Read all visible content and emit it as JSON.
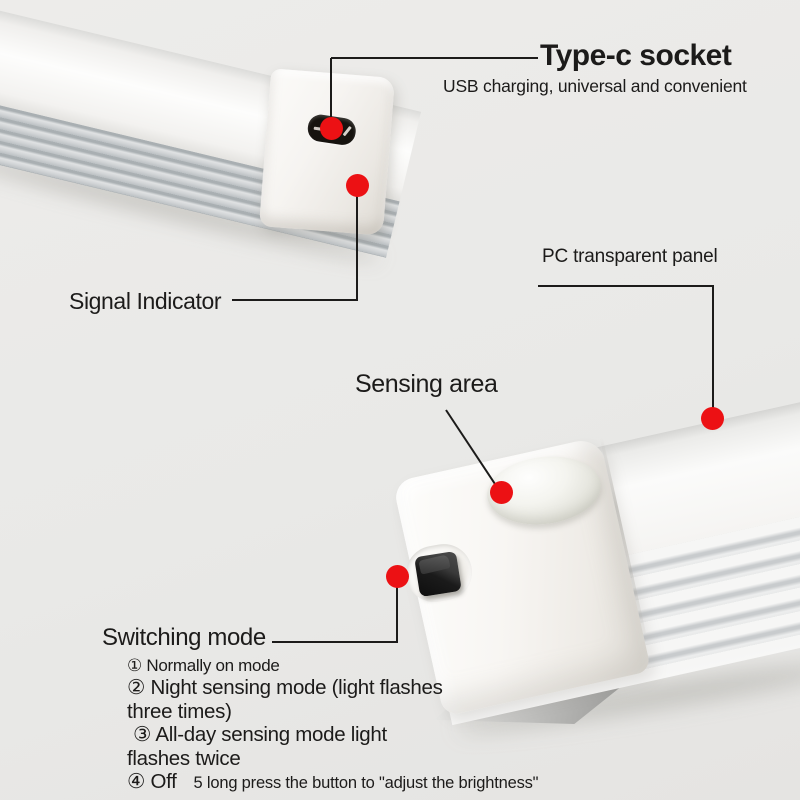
{
  "colors": {
    "background": "#e9e9e7",
    "text": "#1c1b1a",
    "callout_line": "#1c1b1a",
    "indicator_red": "#ec1114"
  },
  "icons": {
    "marker_dot": "red-filled-circle"
  },
  "callouts": {
    "type_c": {
      "title": "Type-c socket",
      "subtitle": "USB charging, universal and convenient"
    },
    "signal": {
      "label": "Signal Indicator"
    },
    "pc_panel": {
      "label": "PC transparent panel"
    },
    "sensing": {
      "label": "Sensing area"
    },
    "switching": {
      "label": "Switching mode",
      "lines": [
        "① Normally on mode",
        "② Night sensing mode (light flashes",
        "three times)",
        "③ All-day sensing mode light",
        "flashes twice",
        "④ Off"
      ],
      "note": "5 long press the button to \"adjust the brightness\""
    }
  }
}
